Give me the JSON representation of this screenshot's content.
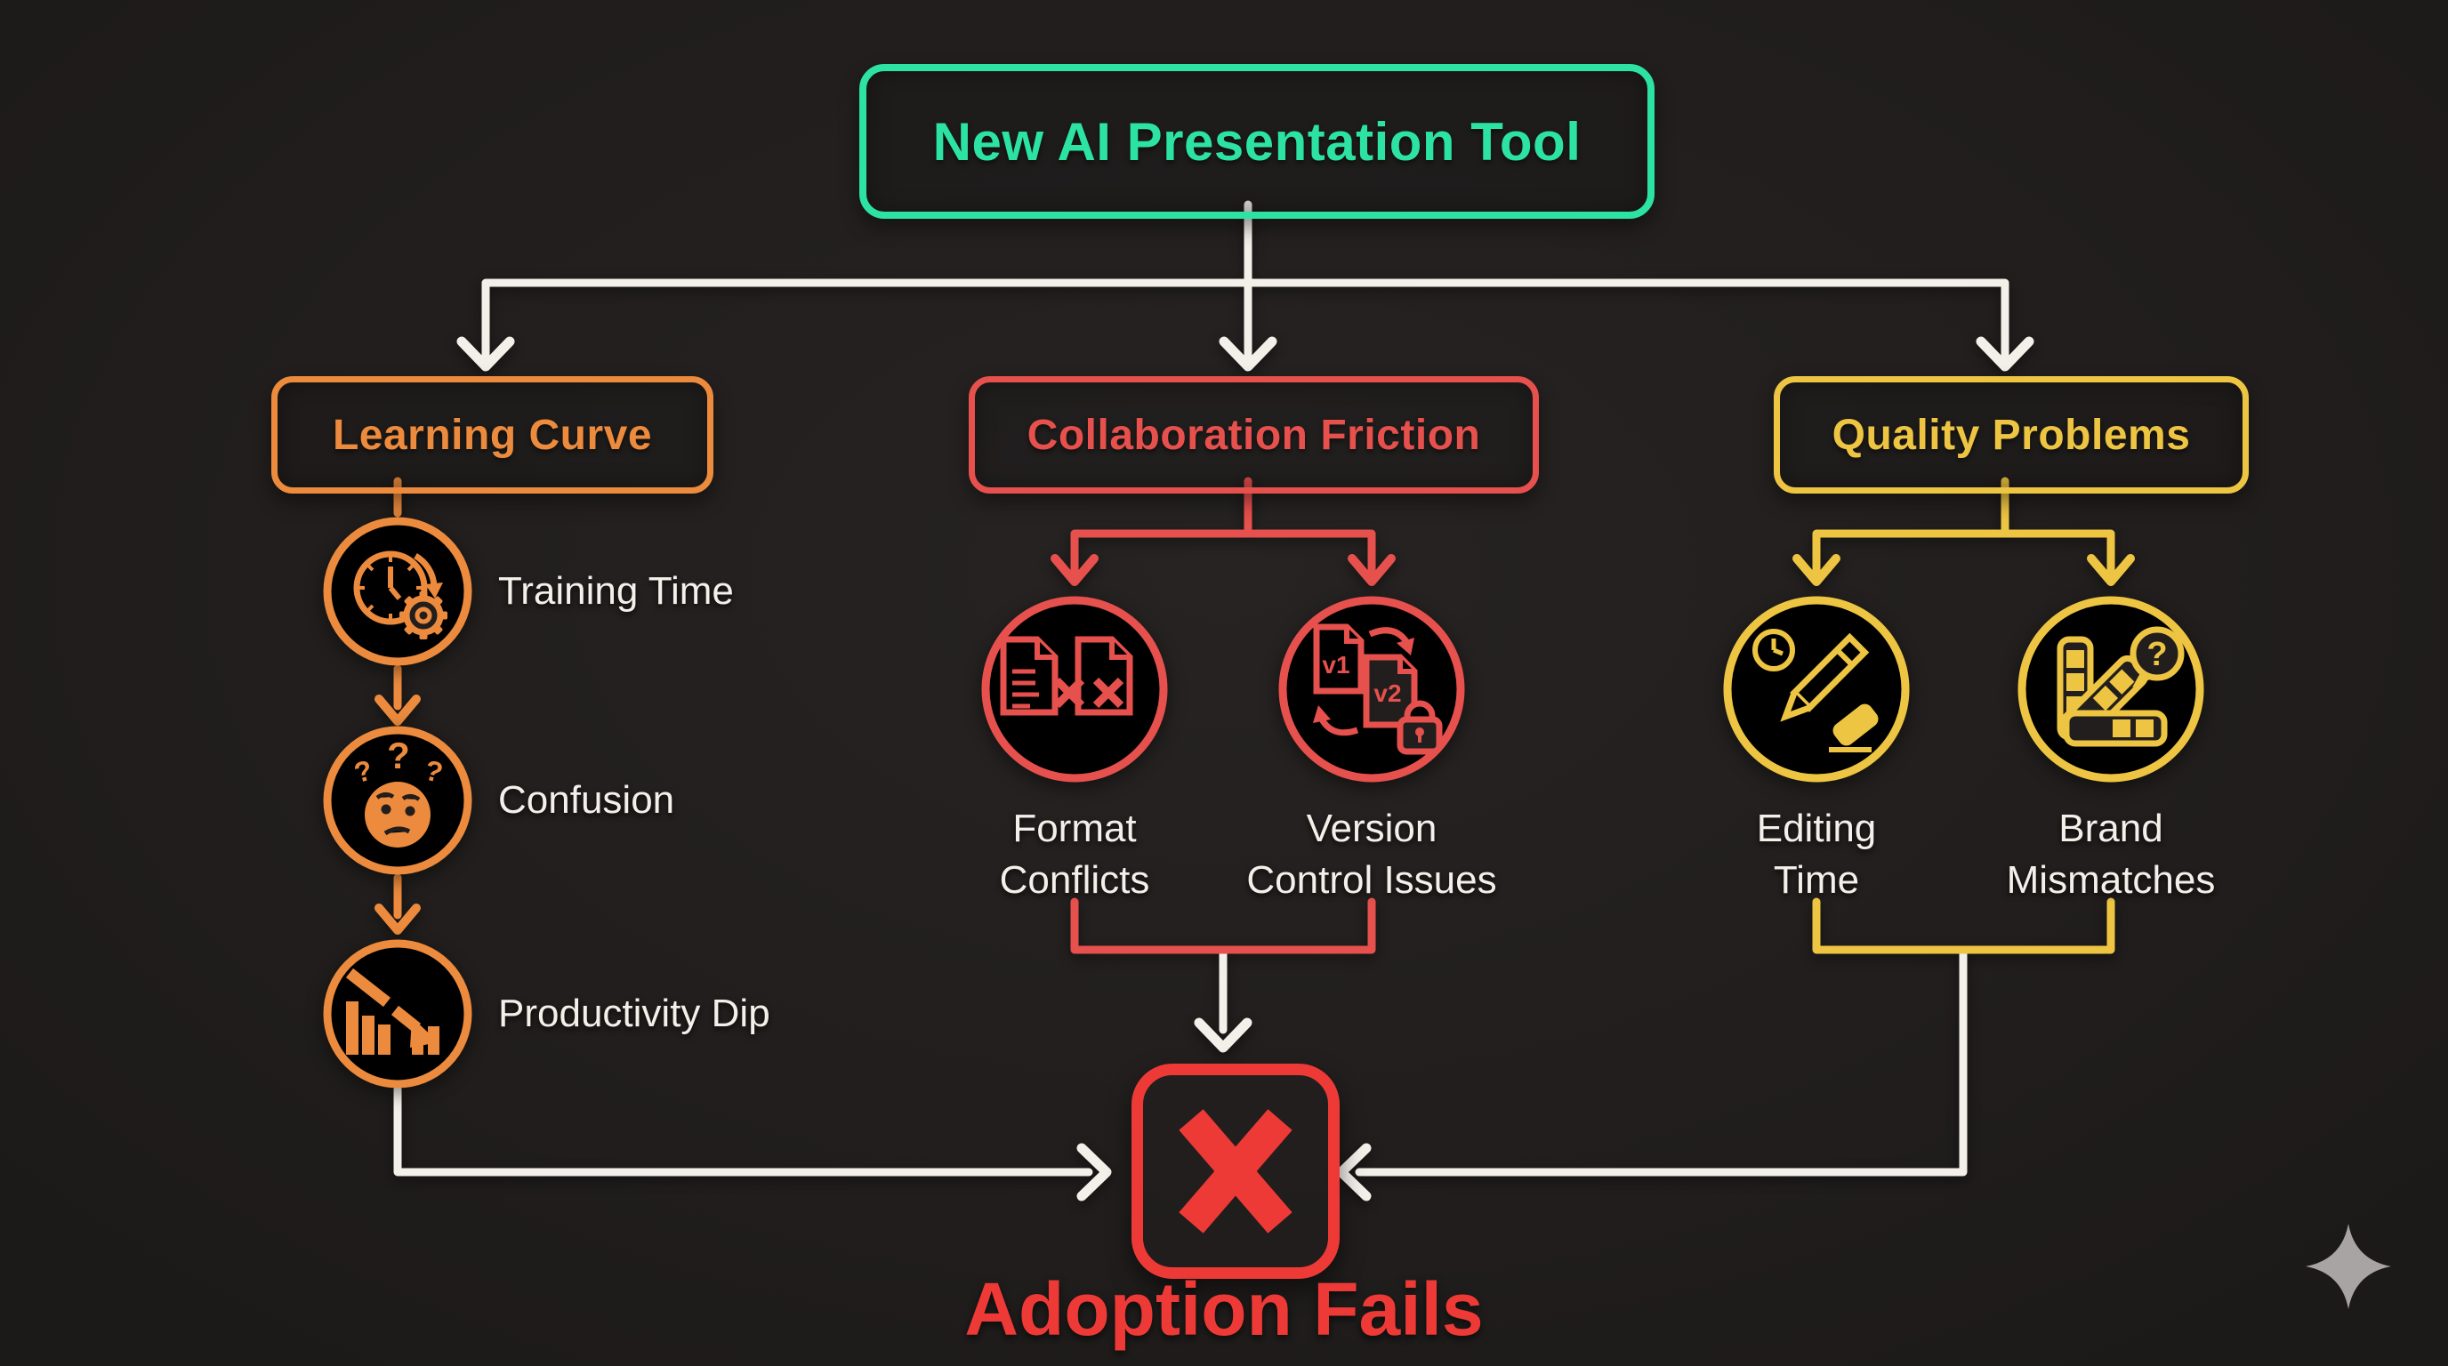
{
  "page": {
    "title": "AI presentation tool adoption failure flowchart"
  },
  "colors": {
    "background": "#211e1d",
    "connector": "#f3f0ea",
    "text_light": "#f3efe9",
    "sparkle": "#a7a4a3"
  },
  "root_node": {
    "label": "New AI Presentation Tool",
    "color": "#2ce3a3"
  },
  "branches": {
    "learning": {
      "label": "Learning Curve",
      "color": "#ec8b3d",
      "items": [
        {
          "label": "Training Time",
          "icon": "clock-gear-icon"
        },
        {
          "label": "Confusion",
          "icon": "confused-face-icon"
        },
        {
          "label": "Productivity Dip",
          "icon": "falling-chart-icon"
        }
      ]
    },
    "collaboration": {
      "label": "Collaboration Friction",
      "color": "#e6504d",
      "items": [
        {
          "line1": "Format",
          "line2": "Conflicts",
          "icon": "document-conflict-icon"
        },
        {
          "line1": "Version",
          "line2": "Control Issues",
          "badge1": "v1",
          "badge2": "v2",
          "icon": "version-lock-icon"
        }
      ]
    },
    "quality": {
      "label": "Quality Problems",
      "color": "#eec542",
      "items": [
        {
          "line1": "Editing",
          "line2": "Time",
          "icon": "pencil-clock-eraser-icon"
        },
        {
          "line1": "Brand",
          "line2": "Mismatches",
          "icon": "color-swatches-icon"
        }
      ]
    }
  },
  "outcome": {
    "label": "Adoption Fails",
    "color": "#ee3a36",
    "icon": "x-mark-icon"
  },
  "glyphs": {
    "question_mark": "?"
  }
}
